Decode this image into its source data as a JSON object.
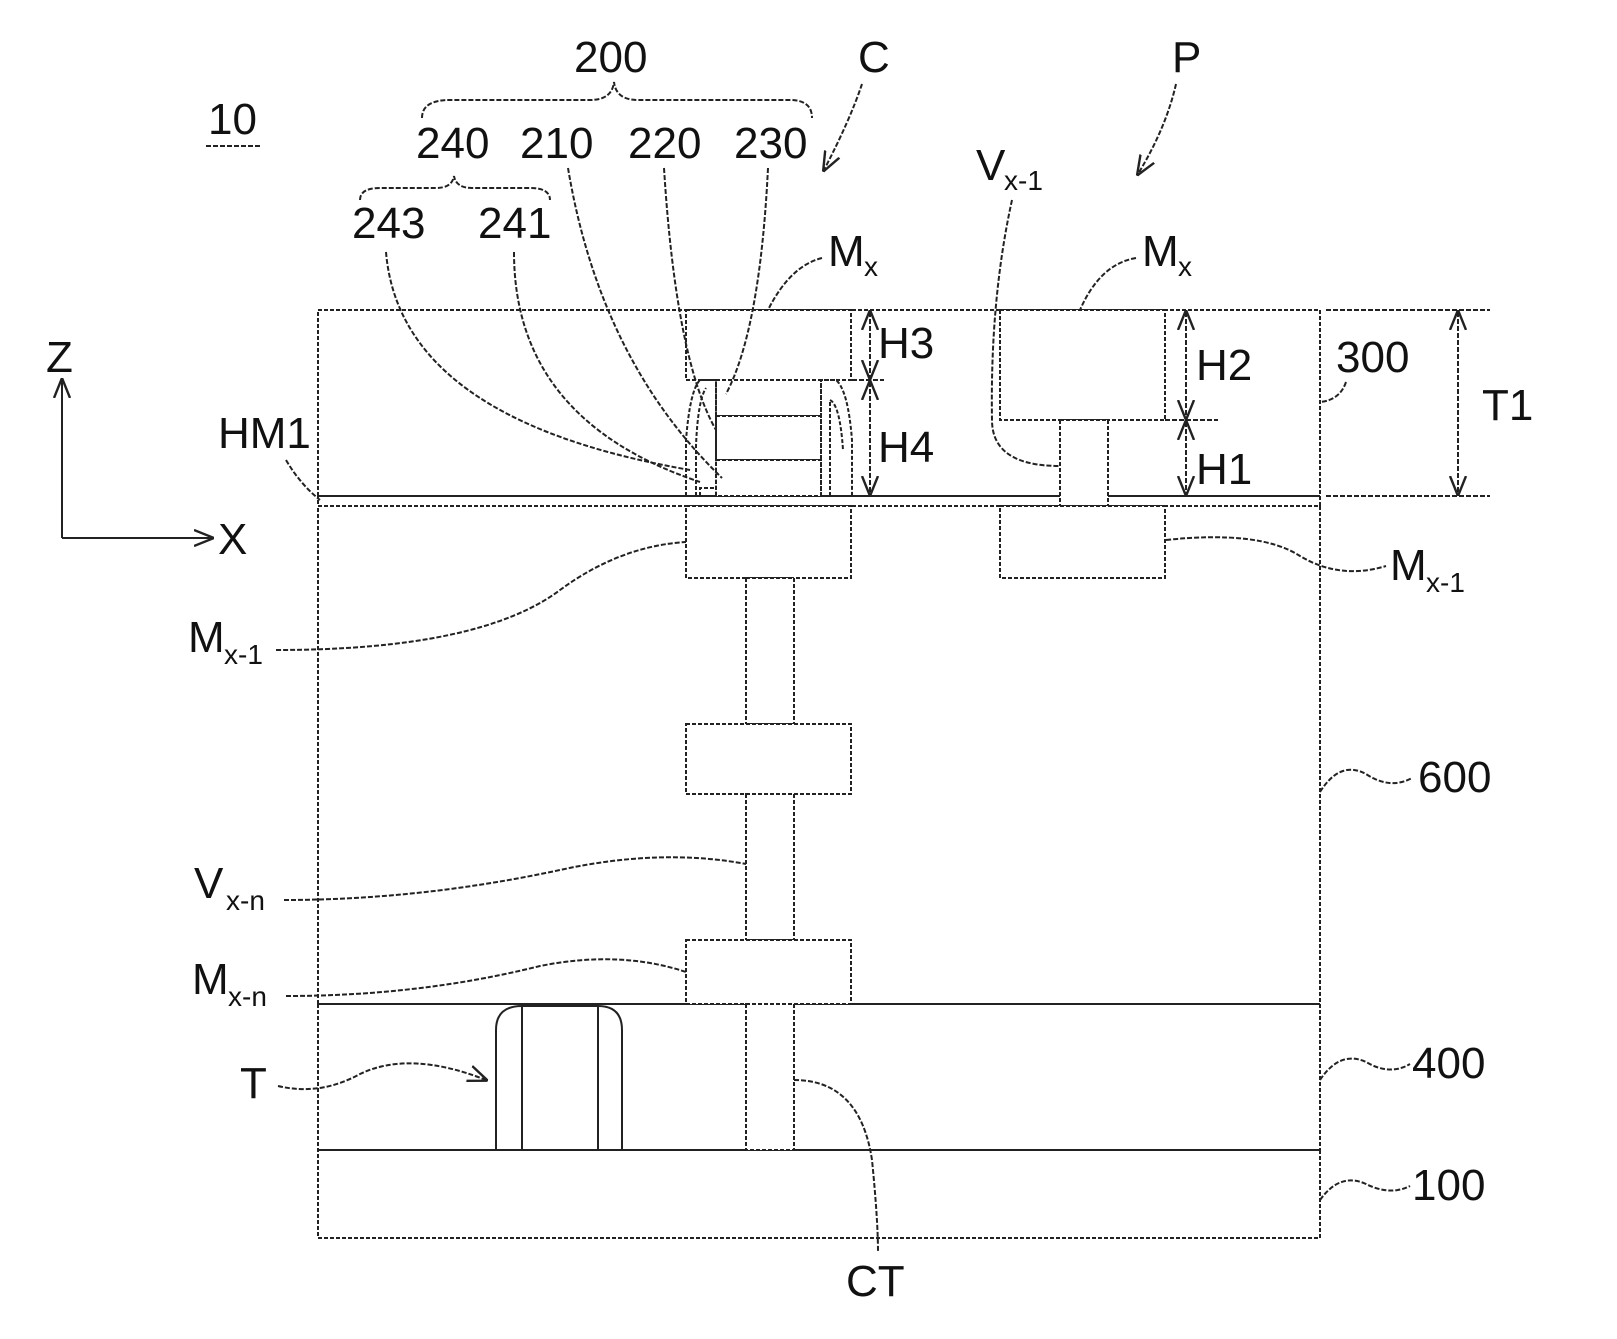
{
  "figure": {
    "ref_numeral": "10",
    "axis_z": "Z",
    "axis_x": "X",
    "labels": {
      "l200": "200",
      "l240": "240",
      "l210": "210",
      "l220": "220",
      "l230": "230",
      "l243": "243",
      "l241": "241",
      "C": "C",
      "P": "P",
      "V_main": "V",
      "V_sub": "x-1",
      "Mx_main": "M",
      "Mx_sub": "x",
      "Mxm1_main": "M",
      "Mxm1_sub": "x-1",
      "Vxn_main": "V",
      "Vxn_sub": "x-n",
      "Mxn_main": "M",
      "Mxn_sub": "x-n",
      "HM1": "HM1",
      "H1": "H1",
      "H2": "H2",
      "H3": "H3",
      "H4": "H4",
      "l300": "300",
      "T1": "T1",
      "l600": "600",
      "l400": "400",
      "l100": "100",
      "T": "T",
      "CT": "CT"
    }
  }
}
